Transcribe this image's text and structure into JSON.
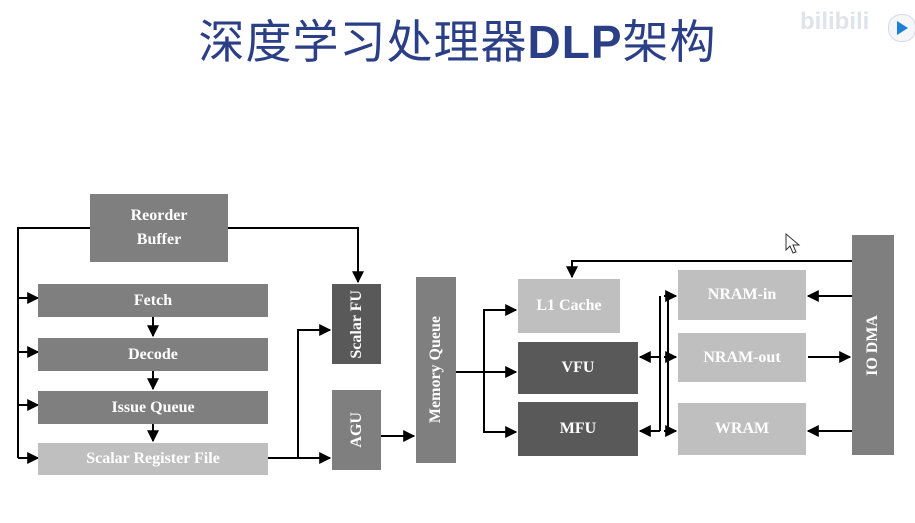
{
  "title": {
    "prefix": "深度学习处理器",
    "latin": "DLP",
    "suffix": "架构"
  },
  "watermark": "bilibili",
  "blocks": {
    "reorder_buffer": "Reorder\nBuffer",
    "fetch": "Fetch",
    "decode": "Decode",
    "issue_queue": "Issue Queue",
    "scalar_register_file": "Scalar Register File",
    "scalar_fu": "Scalar FU",
    "agu": "AGU",
    "memory_queue": "Memory Queue",
    "l1_cache": "L1 Cache",
    "vfu": "VFU",
    "mfu": "MFU",
    "nram_in": "NRAM-in",
    "nram_out": "NRAM-out",
    "wram": "WRAM",
    "io_dma": "IO DMA"
  },
  "colors": {
    "title": "#2b3f86",
    "block_mid": "#7f7f7f",
    "block_dark": "#595959",
    "block_light": "#bfbfbf",
    "wire": "#000000"
  }
}
